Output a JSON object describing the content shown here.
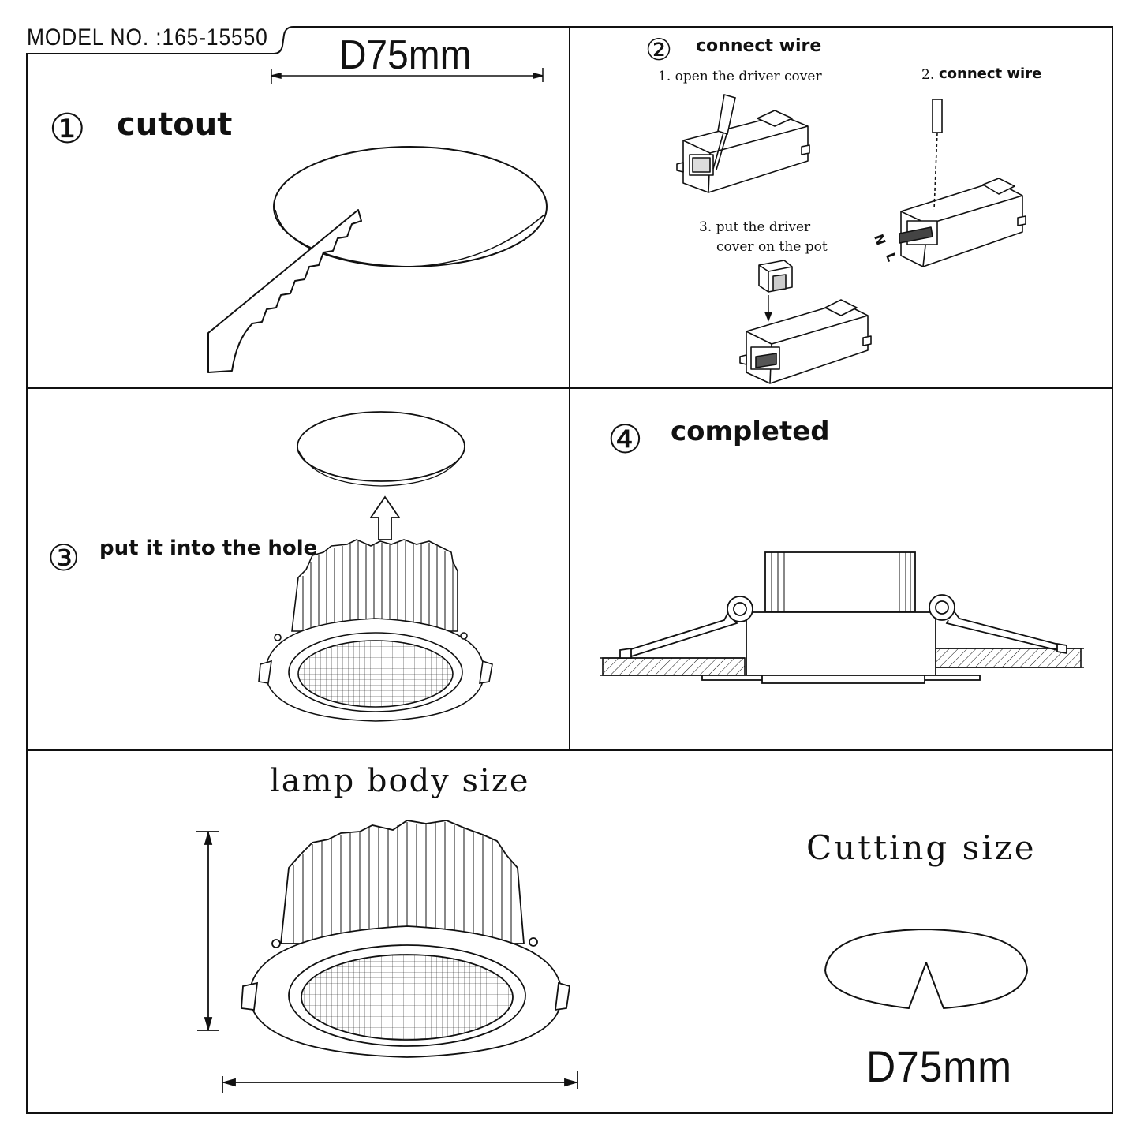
{
  "header": {
    "model_no": "MODEL NO. :165-15550"
  },
  "step1": {
    "number": "①",
    "title": "cutout",
    "dimension": "D75mm"
  },
  "step2": {
    "number": "②",
    "title": "connect wire",
    "sub1": "1. open the driver cover",
    "sub2_num": "2.",
    "sub2_text": "connect wire",
    "sub3_line1": "3. put the driver",
    "sub3_line2": "cover on the pot",
    "wire_n": "N",
    "wire_l": "L"
  },
  "step3": {
    "number": "③",
    "title": "put it into the hole"
  },
  "step4": {
    "number": "④",
    "title": "completed"
  },
  "bottom": {
    "lamp_body_size": "lamp body size",
    "cutting_size": "Cutting size",
    "cutting_dimension": "D75mm"
  }
}
